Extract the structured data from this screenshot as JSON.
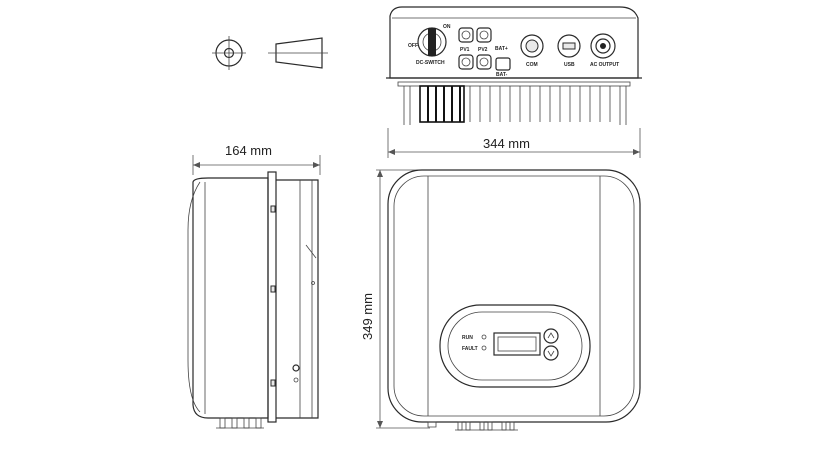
{
  "dimensions": {
    "width_label": "344 mm",
    "depth_label": "164 mm",
    "height_label": "349 mm"
  },
  "bottom_ports": {
    "off": "OFF",
    "on": "ON",
    "dc_switch": "DC-SWITCH",
    "pv1": "PV1",
    "pv2": "PV2",
    "bat_plus": "BAT+",
    "bat_minus": "BAT-",
    "com": "COM",
    "usb": "USB",
    "ac_output": "AC OUTPUT"
  },
  "display": {
    "run_label": "RUN",
    "fault_label": "FAULT"
  },
  "icons": [
    "connector-front-icon",
    "connector-side-icon",
    "arrow-up-icon",
    "arrow-down-icon"
  ],
  "colors": {
    "line": "#2a2a2a",
    "background": "#ffffff"
  }
}
